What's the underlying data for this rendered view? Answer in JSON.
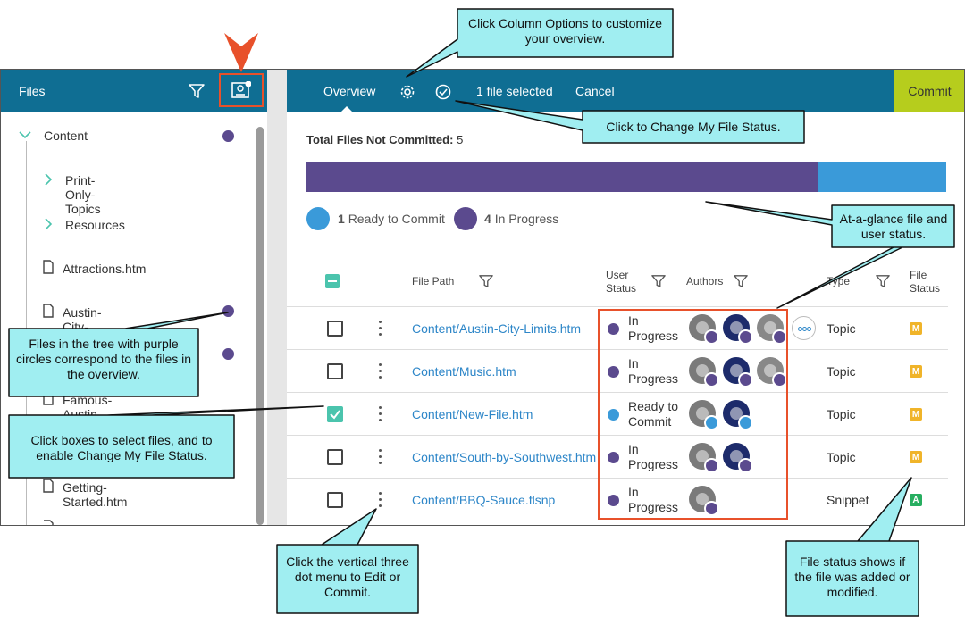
{
  "left_panel": {
    "title": "Files",
    "tree": [
      {
        "label": "Content",
        "kind": "folder-open",
        "dot": true
      },
      {
        "label": "Print-Only-Topics",
        "kind": "folder-closed",
        "dot": false
      },
      {
        "label": "Resources",
        "kind": "folder-closed",
        "dot": false
      },
      {
        "label": "Attractions.htm",
        "kind": "file",
        "dot": false
      },
      {
        "label": "Austin-City-Limits.htm",
        "kind": "file",
        "dot": true
      },
      {
        "label": "Famous-Austin-Folks.htm",
        "kind": "file",
        "dot": true
      },
      {
        "label": "Getting-Started.htm",
        "kind": "file",
        "dot": false
      }
    ]
  },
  "header": {
    "tab_overview": "Overview",
    "selected_count": "1 file selected",
    "cancel": "Cancel",
    "commit": "Commit"
  },
  "summary": {
    "total_label": "Total Files Not Committed:",
    "total_value": "5",
    "ready_count": "1",
    "ready_label": "Ready to Commit",
    "progress_count": "4",
    "progress_label": "In Progress",
    "in_progress_fraction": 0.8,
    "colors": {
      "in_progress": "#5b4a8e",
      "ready": "#3a9ad9"
    }
  },
  "table": {
    "headers": {
      "file_path": "File Path",
      "user_status_1": "User",
      "user_status_2": "Status",
      "authors": "Authors",
      "type": "Type",
      "file_status_1": "File",
      "file_status_2": "Status"
    },
    "rows": [
      {
        "path": "Content/Austin-City-Limits.htm",
        "status1": "In",
        "status2": "Progress",
        "status": "in_progress",
        "type": "Topic",
        "file_status": "M",
        "checked": false,
        "authors": 3,
        "more": true
      },
      {
        "path": "Content/Music.htm",
        "status1": "In",
        "status2": "Progress",
        "status": "in_progress",
        "type": "Topic",
        "file_status": "M",
        "checked": false,
        "authors": 3,
        "more": false
      },
      {
        "path": "Content/New-File.htm",
        "status1": "Ready to",
        "status2": "Commit",
        "status": "ready",
        "type": "Topic",
        "file_status": "M",
        "checked": true,
        "authors": 2,
        "more": false
      },
      {
        "path": "Content/South-by-Southwest.htm",
        "status1": "In",
        "status2": "Progress",
        "status": "in_progress",
        "type": "Topic",
        "file_status": "M",
        "checked": false,
        "authors": 2,
        "more": false
      },
      {
        "path": "Content/BBQ-Sauce.flsnp",
        "status1": "In",
        "status2": "Progress",
        "status": "in_progress",
        "type": "Snippet",
        "file_status": "A",
        "checked": false,
        "authors": 1,
        "more": false
      }
    ]
  },
  "callouts": {
    "column_options": "Click Column Options to customize your overview.",
    "change_status": "Click to Change My File Status.",
    "at_a_glance": "At-a-glance file and user status.",
    "tree_circles": "Files in the tree with purple circles correspond to the files in the overview.",
    "select_boxes": "Click boxes to select files, and to enable Change My File Status.",
    "three_dot": "Click the vertical three dot menu to Edit or Commit.",
    "file_status": "File status shows if the file was added or modified."
  },
  "icons": [
    "filter-icon",
    "overview-icon",
    "gear-icon",
    "check-circle-icon",
    "chevron-down-icon",
    "chevron-right-icon",
    "file-icon",
    "more-icon"
  ]
}
